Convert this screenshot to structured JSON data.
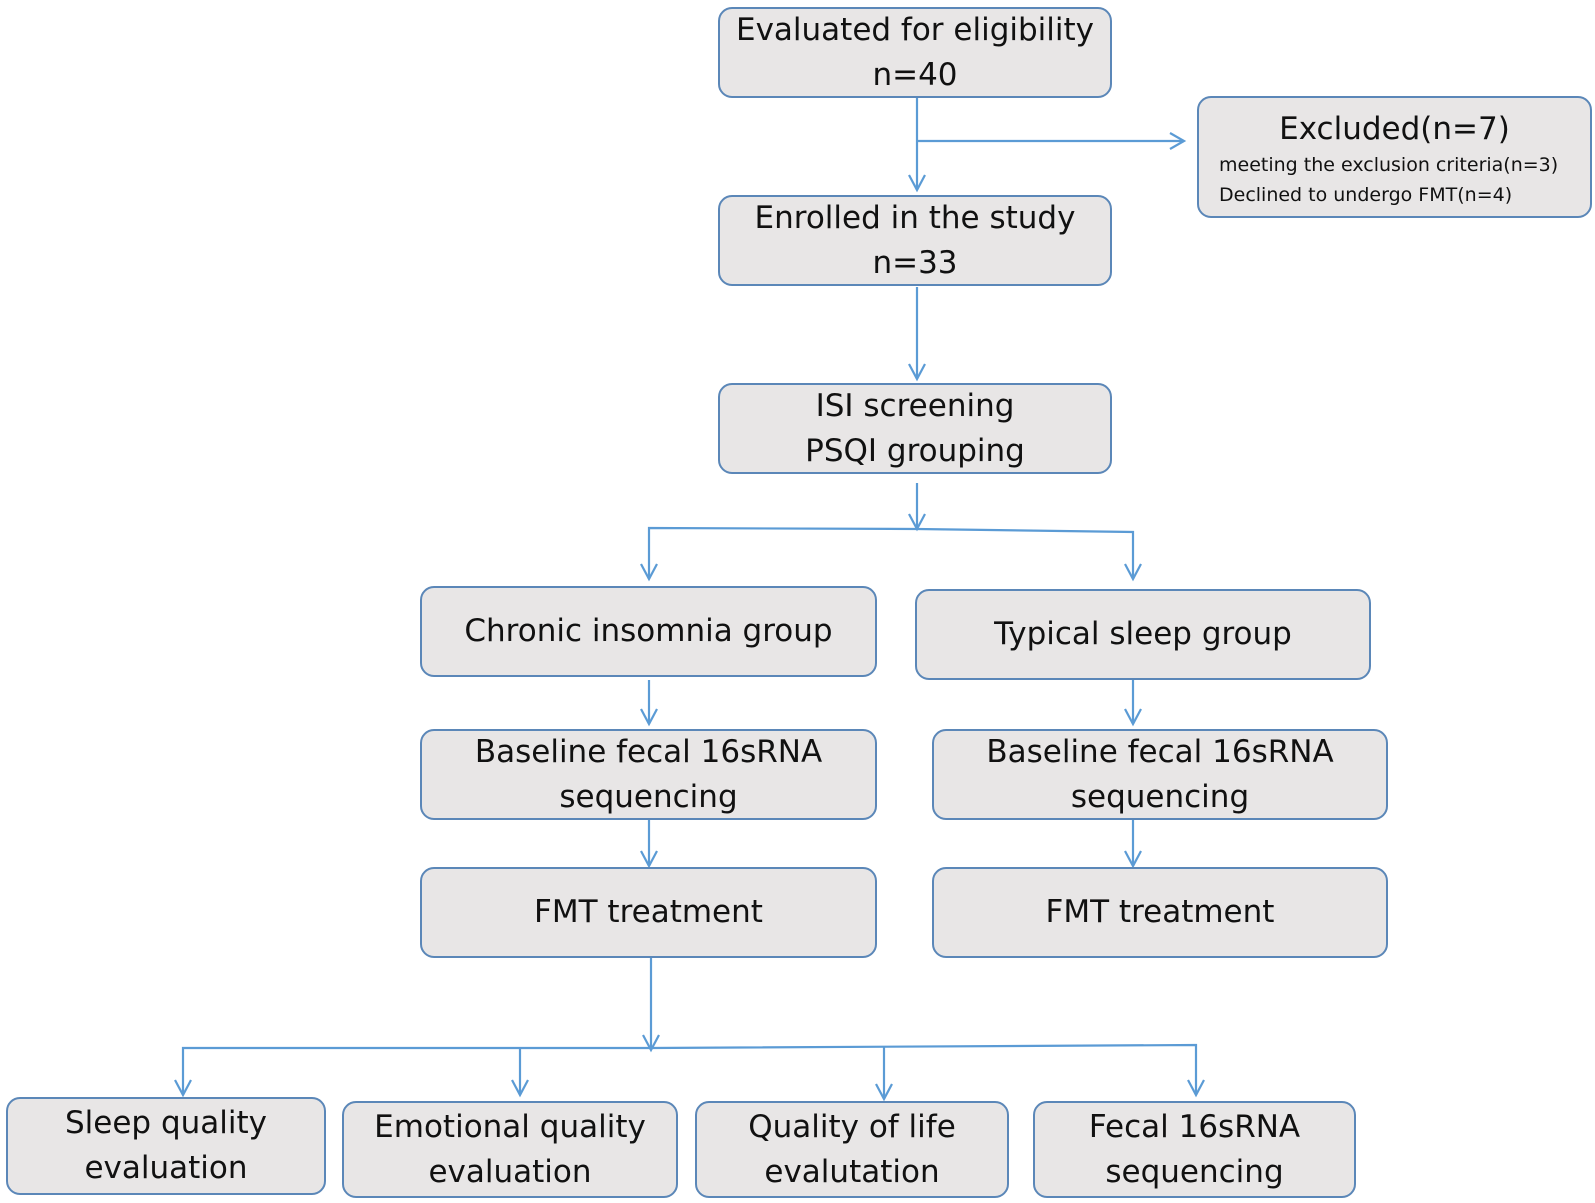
{
  "diagram": {
    "colors": {
      "box_fill": "#e8e6e6",
      "box_border": "#5b87b8",
      "connector": "#5b9bd5",
      "text": "#111111"
    },
    "eligibility": {
      "line1": "Evaluated for eligibility",
      "line2": "n=40"
    },
    "excluded": {
      "title": "Excluded(n=7)",
      "reason1": "meeting the exclusion criteria(n=3)",
      "reason2": "Declined to undergo FMT(n=4)"
    },
    "enrolled": {
      "line1": "Enrolled in the study",
      "line2": "n=33"
    },
    "screening": {
      "line1": "ISI screening",
      "line2": "PSQI grouping"
    },
    "insomnia": {
      "group": "Chronic insomnia group",
      "baseline_line1": "Baseline fecal 16sRNA",
      "baseline_line2": "sequencing",
      "treatment": "FMT treatment"
    },
    "typical": {
      "group": "Typical sleep group",
      "baseline_line1": "Baseline fecal 16sRNA",
      "baseline_line2": "sequencing",
      "treatment": "FMT treatment"
    },
    "outcomes": [
      {
        "line1": "Sleep quality",
        "line2": "evaluation"
      },
      {
        "line1": "Emotional quality",
        "line2": "evaluation"
      },
      {
        "line1": "Quality of life",
        "line2": "evalutation"
      },
      {
        "line1": "Fecal 16sRNA",
        "line2": "sequencing"
      }
    ]
  }
}
